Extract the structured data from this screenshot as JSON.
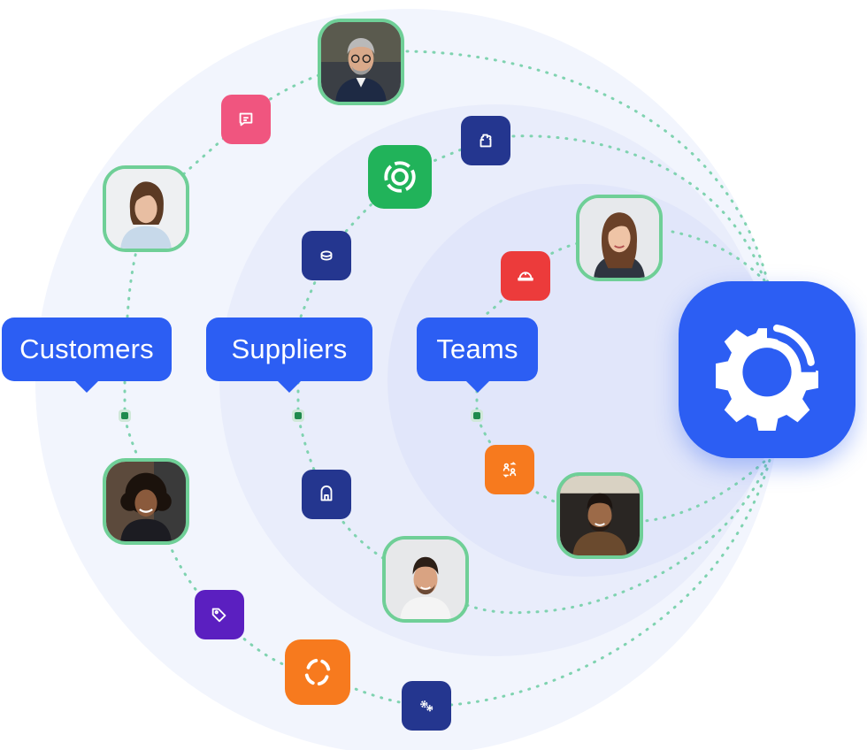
{
  "callouts": {
    "customers": "Customers",
    "suppliers": "Suppliers",
    "teams": "Teams"
  },
  "colors": {
    "accent": "#2c5ef3",
    "ring_outer": "#f1f4fd",
    "ring_middle": "#e9edfb",
    "ring_inner": "#e1e6fa",
    "path": "#7fd3b0",
    "avatar_border": "#6fcf97"
  },
  "icons": {
    "hub": "gear-wifi-icon",
    "chat": "chat-bubble-icon",
    "puzzle": "puzzle-piece-icon",
    "target": "target-icon",
    "coins": "coins-icon",
    "hardhat": "hard-hat-icon",
    "exchange": "people-exchange-icon",
    "building": "building-icon",
    "tag": "price-tag-icon",
    "loop": "circular-arrows-icon",
    "gears": "gears-icon"
  }
}
